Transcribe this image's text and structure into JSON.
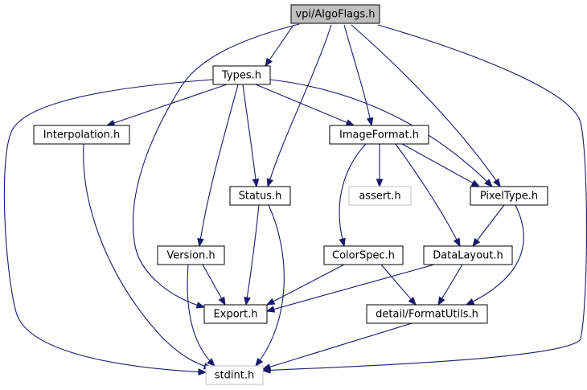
{
  "diagram": {
    "type": "include-dependency-graph",
    "colors": {
      "edge": "#191970",
      "root_fill": "#bfbfbf",
      "node_fill": "#ffffff",
      "node_border": "#000000",
      "external_border": "#bfbfbf"
    },
    "nodes": [
      {
        "id": "algoflags",
        "label": "vpi/AlgoFlags.h",
        "kind": "root"
      },
      {
        "id": "types",
        "label": "Types.h",
        "kind": "normal"
      },
      {
        "id": "interpolation",
        "label": "Interpolation.h",
        "kind": "normal"
      },
      {
        "id": "imageformat",
        "label": "ImageFormat.h",
        "kind": "normal"
      },
      {
        "id": "status",
        "label": "Status.h",
        "kind": "normal"
      },
      {
        "id": "assert",
        "label": "assert.h",
        "kind": "external"
      },
      {
        "id": "pixeltype",
        "label": "PixelType.h",
        "kind": "normal"
      },
      {
        "id": "version",
        "label": "Version.h",
        "kind": "normal"
      },
      {
        "id": "colorspec",
        "label": "ColorSpec.h",
        "kind": "normal"
      },
      {
        "id": "datalayout",
        "label": "DataLayout.h",
        "kind": "normal"
      },
      {
        "id": "export",
        "label": "Export.h",
        "kind": "normal"
      },
      {
        "id": "formatutils",
        "label": "detail/FormatUtils.h",
        "kind": "normal"
      },
      {
        "id": "stdint",
        "label": "stdint.h",
        "kind": "external"
      }
    ],
    "edges": [
      {
        "from": "algoflags",
        "to": "types"
      },
      {
        "from": "algoflags",
        "to": "export"
      },
      {
        "from": "algoflags",
        "to": "status"
      },
      {
        "from": "algoflags",
        "to": "imageformat"
      },
      {
        "from": "algoflags",
        "to": "pixeltype"
      },
      {
        "from": "algoflags",
        "to": "stdint"
      },
      {
        "from": "types",
        "to": "interpolation"
      },
      {
        "from": "types",
        "to": "imageformat"
      },
      {
        "from": "types",
        "to": "status"
      },
      {
        "from": "types",
        "to": "version"
      },
      {
        "from": "types",
        "to": "pixeltype"
      },
      {
        "from": "types",
        "to": "stdint"
      },
      {
        "from": "interpolation",
        "to": "stdint"
      },
      {
        "from": "imageformat",
        "to": "assert"
      },
      {
        "from": "imageformat",
        "to": "pixeltype"
      },
      {
        "from": "imageformat",
        "to": "colorspec"
      },
      {
        "from": "imageformat",
        "to": "datalayout"
      },
      {
        "from": "status",
        "to": "export"
      },
      {
        "from": "status",
        "to": "stdint"
      },
      {
        "from": "pixeltype",
        "to": "datalayout"
      },
      {
        "from": "pixeltype",
        "to": "formatutils"
      },
      {
        "from": "version",
        "to": "export"
      },
      {
        "from": "version",
        "to": "stdint"
      },
      {
        "from": "colorspec",
        "to": "export"
      },
      {
        "from": "colorspec",
        "to": "formatutils"
      },
      {
        "from": "datalayout",
        "to": "export"
      },
      {
        "from": "datalayout",
        "to": "formatutils"
      },
      {
        "from": "formatutils",
        "to": "stdint"
      }
    ]
  }
}
